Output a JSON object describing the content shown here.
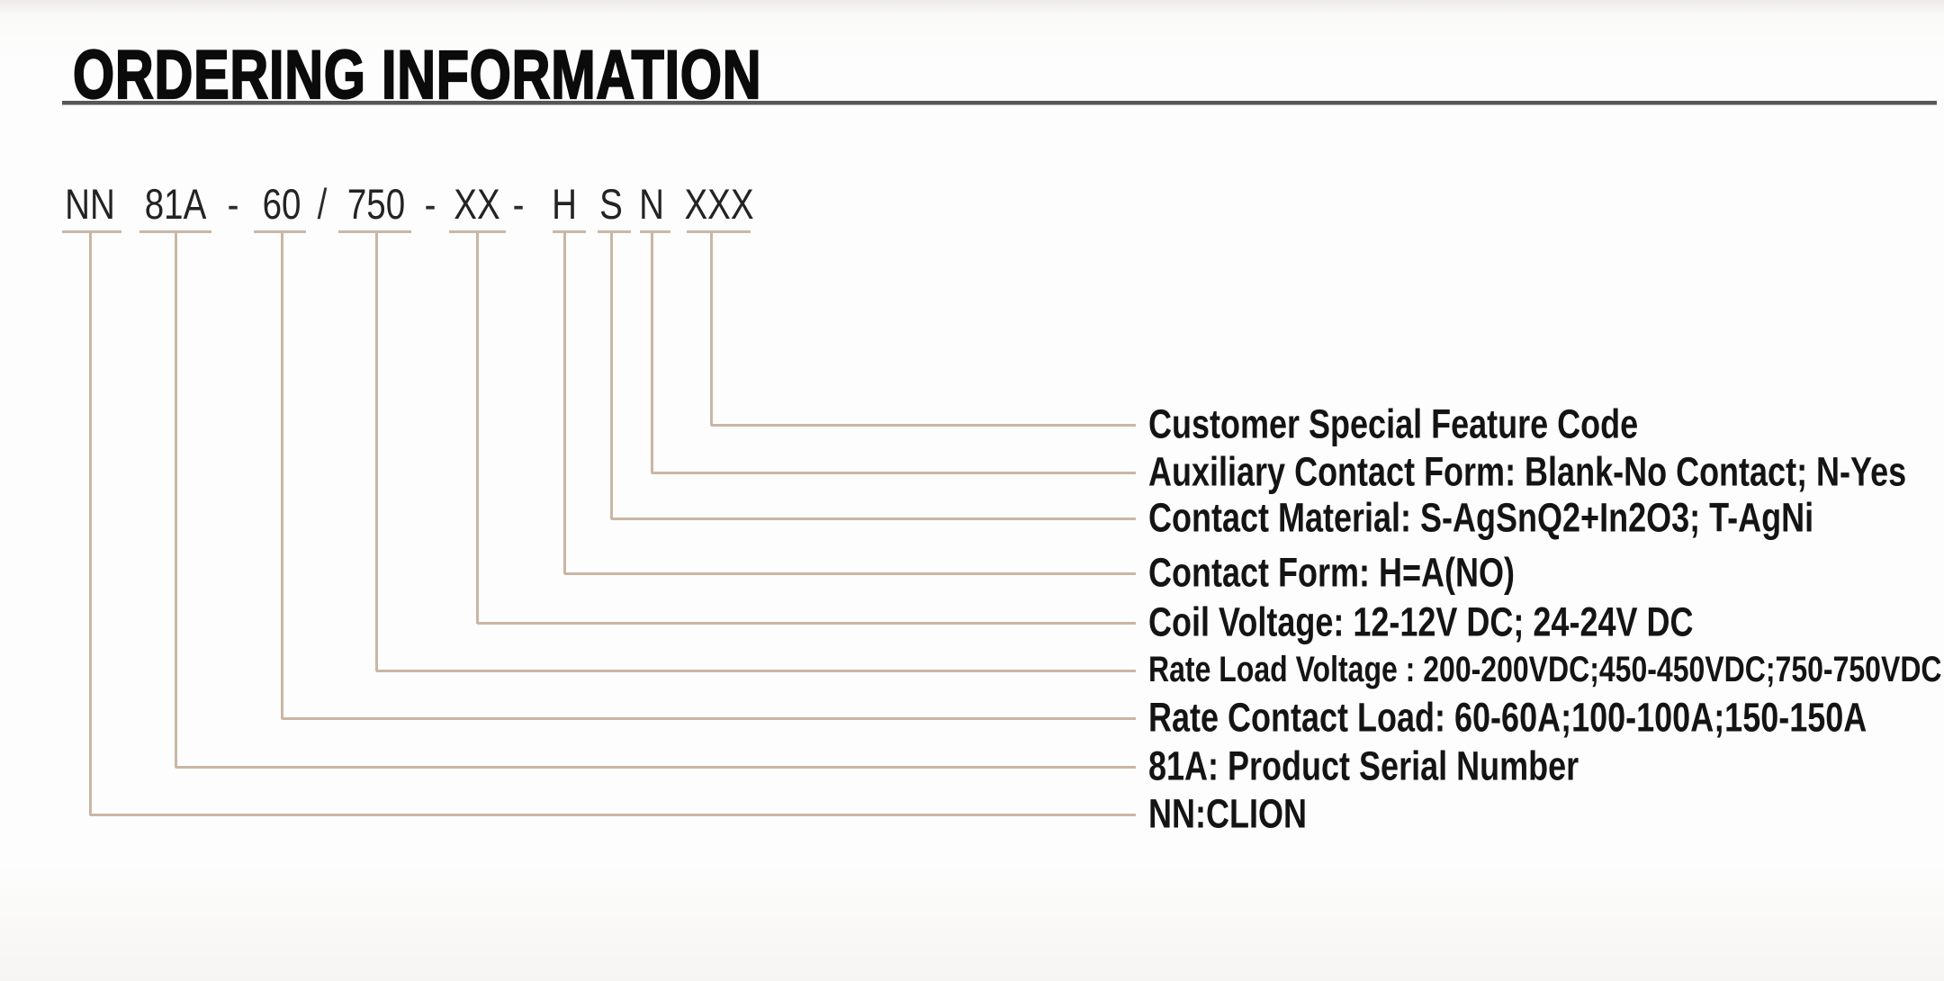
{
  "title": "ORDERING INFORMATION",
  "part_number": {
    "segments": [
      "NN",
      "81A",
      "-",
      "60",
      "/",
      "750",
      "-",
      "XX",
      "-",
      "H",
      "S",
      "N",
      "XXX"
    ]
  },
  "legend": {
    "rows": [
      {
        "maps_segment": "XXX",
        "label": "Customer Special Feature Code"
      },
      {
        "maps_segment": "N",
        "label": "Auxiliary Contact Form: Blank-No Contact; N-Yes"
      },
      {
        "maps_segment": "S",
        "label": "Contact Material: S-AgSnQ2+In2O3; T-AgNi"
      },
      {
        "maps_segment": "H",
        "label": "Contact Form: H=A(NO)"
      },
      {
        "maps_segment": "XX",
        "label": "Coil Voltage: 12-12V DC; 24-24V DC"
      },
      {
        "maps_segment": "750",
        "label": "Rate Load Voltage : 200-200VDC;450-450VDC;750-750VDC"
      },
      {
        "maps_segment": "60",
        "label": "Rate Contact Load: 60-60A;100-100A;150-150A"
      },
      {
        "maps_segment": "81A",
        "label": "81A: Product Serial Number"
      },
      {
        "maps_segment": "NN",
        "label": "NN:CLION"
      }
    ]
  },
  "colors": {
    "connector_line": "#c9b7a5",
    "title_rule": "#575757",
    "text": "#141414"
  }
}
